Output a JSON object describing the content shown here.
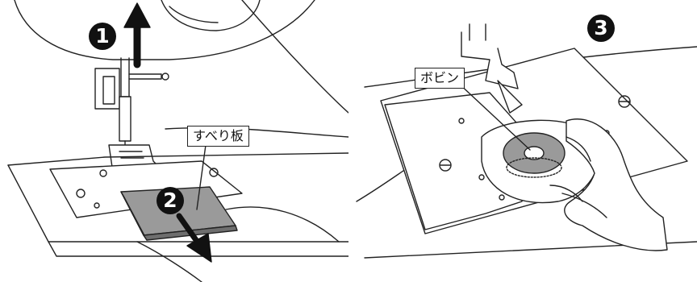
{
  "steps": {
    "step1": "1",
    "step2": "2",
    "step3": "3"
  },
  "labels": {
    "slide_plate": "すべり板",
    "bobbin": "ボビン"
  },
  "icons": {
    "up_arrow": "arrow-up-icon",
    "down_arrow": "arrow-down-icon"
  },
  "colors": {
    "line": "#222222",
    "plate_fill": "#9a9a9a",
    "badge": "#111111"
  }
}
